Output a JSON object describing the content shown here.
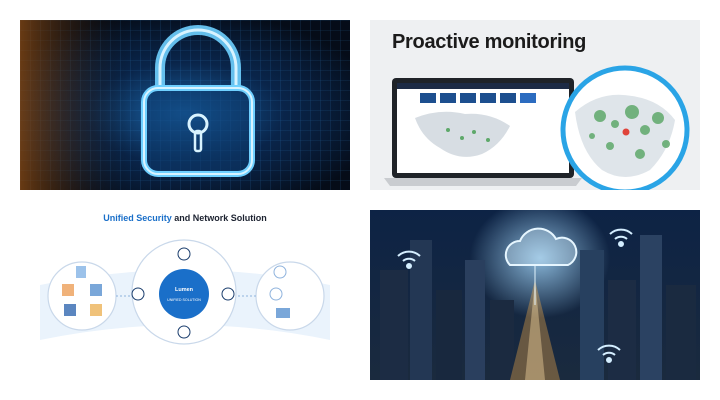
{
  "tiles": {
    "lock": {
      "icon": "padlock-icon",
      "colors": {
        "background": "#06101f",
        "glow": "#5fc8ff",
        "accent": "#d98a2a"
      }
    },
    "monitoring": {
      "headline": "Proactive monitoring",
      "icon": "world-map-icon",
      "colors": {
        "map_dot": "#5ea86a",
        "alert_dot": "#e0443a",
        "ring": "#2aa4e6"
      }
    },
    "network": {
      "title_accent": "Unified Security",
      "title_rest": " and Network Solution",
      "hub_title": "Lumen",
      "hub_sub": "UNIFIED SOLUTION",
      "icon": "network-diagram-icon",
      "colors": {
        "hub": "#1a6fc9",
        "title_accent": "#1a6fc9"
      }
    },
    "smart_city": {
      "icon": "cloud-icon",
      "colors": {
        "sky": "#0b1830",
        "glow": "#a8dcff",
        "lights": "#ffb347"
      }
    }
  }
}
